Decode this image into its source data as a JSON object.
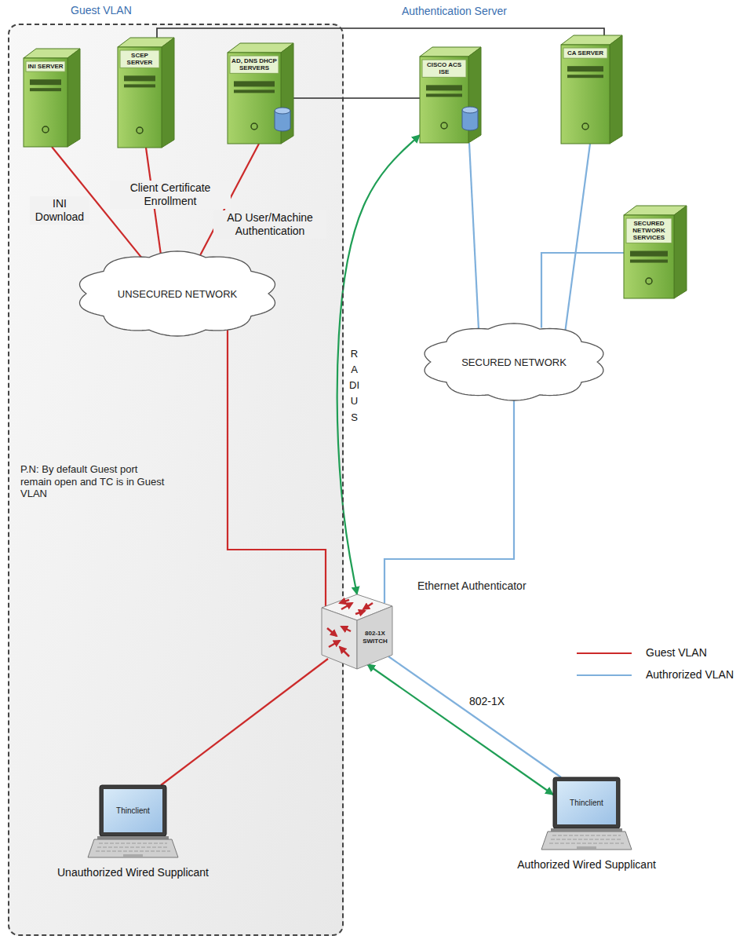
{
  "diagram": {
    "nodes": [
      {
        "text": [
          "Guest VLAN"
        ]
      },
      {
        "text": [
          "INI SERVER"
        ],
        "in": 0
      },
      {
        "text": [
          "SCEP SERVER"
        ],
        "in": 0
      },
      {
        "text": [
          "AD, DNS DHCP SERVERS"
        ],
        "in": 0
      },
      {
        "text": [
          "CISCO ACS ISE"
        ]
      },
      {
        "text": [
          "CA SERVER"
        ]
      },
      {
        "text": [
          "SECURED NETWORK SERVICES"
        ]
      },
      {
        "text": [
          "UNSECURED NETWORK"
        ],
        "in": 0
      },
      {
        "text": [
          "SECURED NETWORK"
        ]
      },
      {
        "text": [
          "802-1X SWITCH"
        ]
      },
      {
        "text": [
          "Thinclient",
          "Unauthorized Wired Supplicant"
        ],
        "in": 0
      },
      {
        "text": [
          "Thinclient",
          "Authorized Wired Supplicant"
        ]
      }
    ],
    "edges": [
      {
        "from": 2,
        "to": 5,
        "arrow": "none"
      },
      {
        "from": 3,
        "to": 4,
        "arrow": "none"
      },
      {
        "from": 1,
        "to": 7,
        "arrow": "none",
        "label": "INI Download"
      },
      {
        "from": 2,
        "to": 7,
        "arrow": "none",
        "label": "Client Certificate Enrollment"
      },
      {
        "from": 3,
        "to": 7,
        "arrow": "none",
        "label": "AD User/Machine Authentication"
      },
      {
        "from": 4,
        "to": 8,
        "arrow": "none"
      },
      {
        "from": 5,
        "to": 8,
        "arrow": "none"
      },
      {
        "from": 6,
        "to": 8,
        "arrow": "none"
      },
      {
        "from": 7,
        "to": 9,
        "arrow": "none"
      },
      {
        "from": 8,
        "to": 9,
        "arrow": "none"
      },
      {
        "from": 9,
        "to": 4,
        "arrow": "both",
        "label": "RADIUS"
      },
      {
        "from": 9,
        "to": 10,
        "arrow": "none"
      },
      {
        "from": 9,
        "to": 11,
        "arrow": "none"
      },
      {
        "from": 9,
        "to": 11,
        "arrow": "both",
        "label": "802-1X"
      }
    ],
    "labels": [
      "Authentication Server",
      "P.N: By default Guest port remain open and TC is in Guest VLAN",
      "Ethernet Authenticator"
    ],
    "legend": [
      {
        "text": "Guest VLAN"
      },
      {
        "text": "Authrorized VLAN"
      }
    ]
  }
}
